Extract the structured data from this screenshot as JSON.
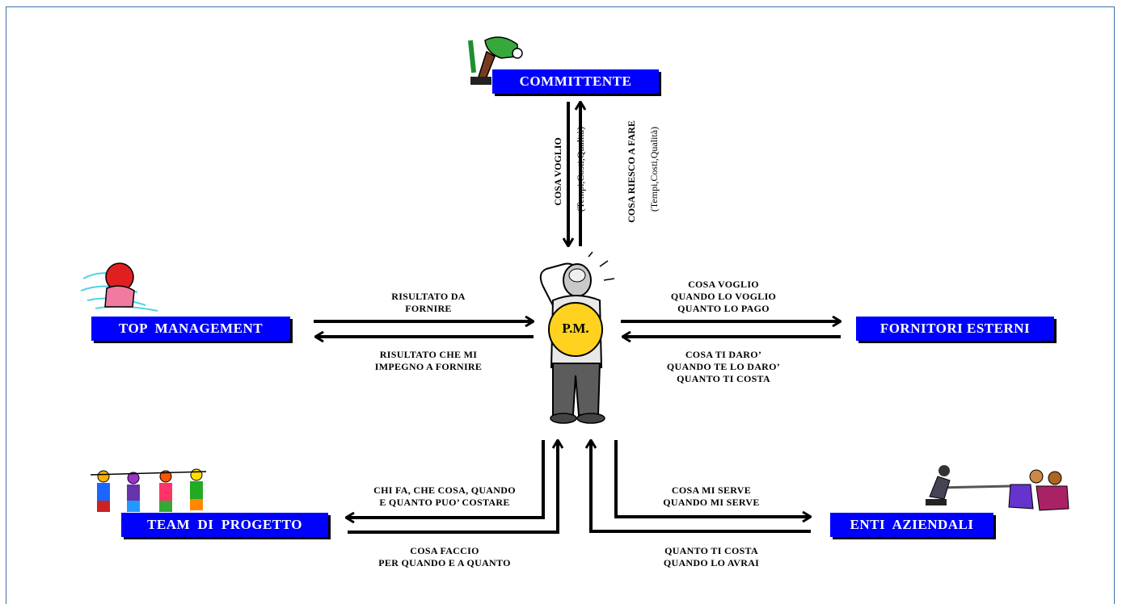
{
  "center": {
    "label": "P.M."
  },
  "stakeholders": {
    "committente": "COMMITTENTE",
    "top_management": "TOP  MANAGEMENT",
    "fornitori": "FORNITORI ESTERNI",
    "team": "TEAM  DI  PROGETTO",
    "enti": "ENTI  AZIENDALI"
  },
  "flows": {
    "committente_to_pm": {
      "title": "COSA VOGLIO",
      "sub": "(Tempi,Costi,Qualità)"
    },
    "pm_to_committente": {
      "title": "COSA RIESCO A FARE",
      "sub": "(Tempi,Costi,Qualità)"
    },
    "top_to_pm": "RISULTATO DA\nFORNIRE",
    "pm_to_top": "RISULTATO CHE MI\nIMPEGNO A FORNIRE",
    "pm_to_fornitori": "COSA VOGLIO\nQUANDO LO VOGLIO\nQUANTO LO PAGO",
    "fornitori_to_pm": "COSA TI DARO’\nQUANDO TE LO DARO’\nQUANTO TI COSTA",
    "pm_to_team": "CHI FA, CHE COSA, QUANDO\nE QUANTO PUO’ COSTARE",
    "team_to_pm": "COSA FACCIO\nPER QUANDO E A QUANTO",
    "pm_to_enti": "COSA MI SERVE\nQUANDO MI SERVE",
    "enti_to_pm": "QUANTO TI COSTA\nQUANDO LO AVRAI"
  },
  "colors": {
    "box_fill": "#0000ff",
    "box_text": "#ffffff",
    "pm_fill": "#ffd21f",
    "frame": "#3f70b0"
  },
  "icons": [
    "inspector-clipart-icon",
    "manager-clipart-icon",
    "dancing-people-clipart-icon",
    "tug-of-war-clipart-icon",
    "project-manager-figure-icon"
  ]
}
